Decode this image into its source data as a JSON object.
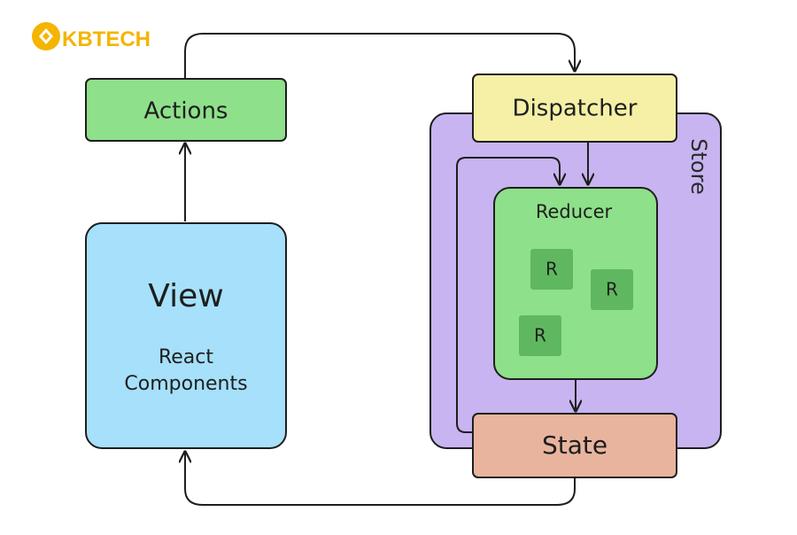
{
  "logo": {
    "text": "KBTECH",
    "color": "#F5B400"
  },
  "nodes": {
    "actions": {
      "label": "Actions",
      "color": "#8EE08A"
    },
    "view": {
      "title": "View",
      "subtitle_line1": "React",
      "subtitle_line2": "Components",
      "color": "#A6E0FA"
    },
    "dispatcher": {
      "label": "Dispatcher",
      "color": "#F5F0A6"
    },
    "store": {
      "label": "Store",
      "color": "#C7B4F0"
    },
    "reducer": {
      "label": "Reducer",
      "color": "#8EE08A"
    },
    "reducer_items": [
      {
        "label": "R"
      },
      {
        "label": "R"
      },
      {
        "label": "R"
      }
    ],
    "state": {
      "label": "State",
      "color": "#E9B49E"
    }
  },
  "colors": {
    "reducer_item": "#5FB860",
    "stroke": "#1E1E1E"
  }
}
